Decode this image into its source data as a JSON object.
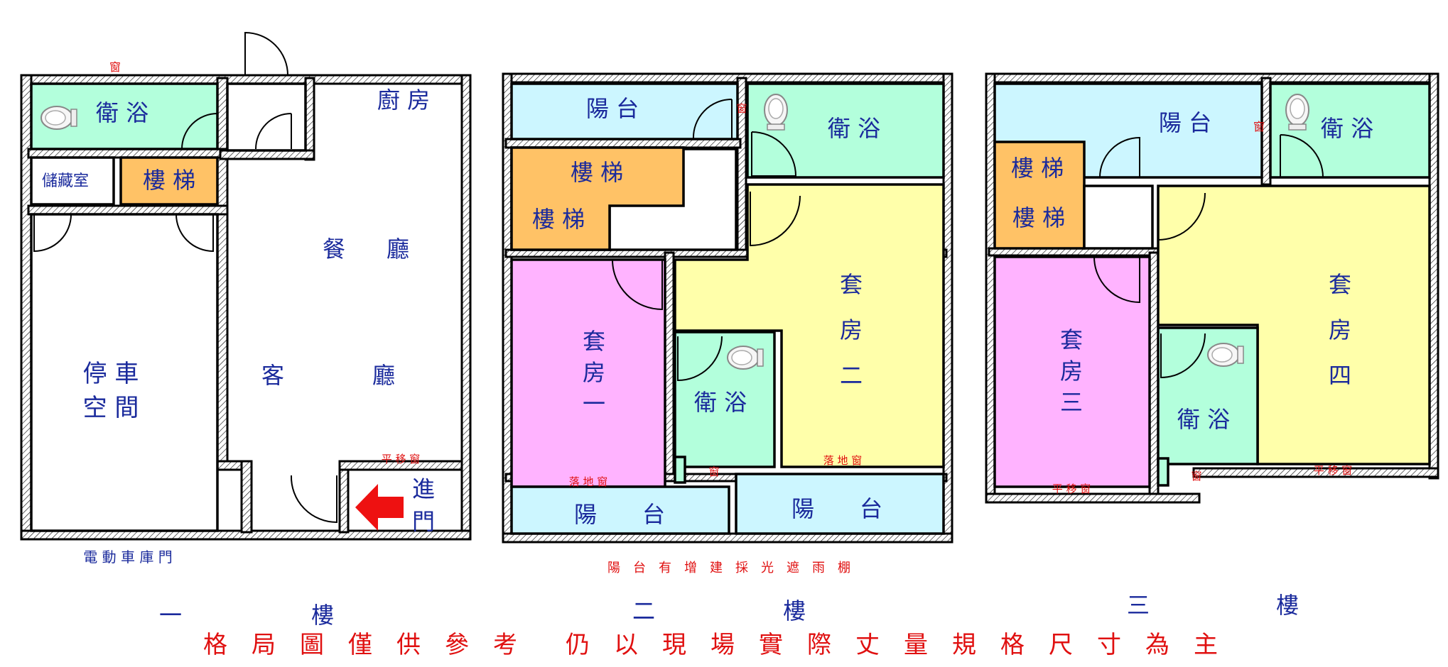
{
  "floors": [
    {
      "id": "floor1",
      "title_a": "一",
      "title_b": "樓",
      "rooms": {
        "bath": "衛 浴",
        "storage": "儲藏室",
        "stairs": "樓 梯",
        "kitchen": "廚 房",
        "dining_a": "餐",
        "dining_b": "廳",
        "living_a": "客",
        "living_b": "廳",
        "parking_a": "停 車",
        "parking_b": "空 間"
      },
      "annotations": {
        "window": "窗",
        "sliding_window": "平 移 窗",
        "garage_door": "電 動 車 庫 門",
        "entrance_a": "進",
        "entrance_b": "門"
      }
    },
    {
      "id": "floor2",
      "title_a": "二",
      "title_b": "樓",
      "rooms": {
        "balcony_top": "陽 台",
        "bath_top": "衛 浴",
        "stairs_a": "樓 梯",
        "stairs_b": "樓 梯",
        "suite1_a": "套",
        "suite1_b": "房",
        "suite1_c": "一",
        "bath_mid": "衛 浴",
        "suite2_a": "套",
        "suite2_b": "房",
        "suite2_c": "二",
        "balcony_bl": "陽　　台",
        "balcony_br": "陽　　台"
      },
      "annotations": {
        "window_top": "窗",
        "window_mid": "窗",
        "french_window_1": "落 地 窗",
        "french_window_2": "落 地 窗",
        "balcony_note": "陽　台　有　增　建　採　光　遮　雨　棚"
      }
    },
    {
      "id": "floor3",
      "title_a": "三",
      "title_b": "樓",
      "rooms": {
        "balcony": "陽 台",
        "bath_top": "衛 浴",
        "stairs_a": "樓 梯",
        "stairs_b": "樓 梯",
        "suite3_a": "套",
        "suite3_b": "房",
        "suite3_c": "三",
        "bath_mid": "衛 浴",
        "suite4_a": "套",
        "suite4_b": "房",
        "suite4_c": "四"
      },
      "annotations": {
        "window_top": "窗",
        "window_mid": "窗",
        "sliding_window_1": "平 移 窗",
        "sliding_window_2": "平 移 窗"
      }
    }
  ],
  "disclaimer": "格　局　圖　僅　供　參　考　　仍　以　現　場　實　際　丈　量　規　格　尺　寸　為　主",
  "colors": {
    "bath": "#b3ffdc",
    "balcony": "#ccf6ff",
    "stairs": "#ffc266",
    "suite_pink": "#ffb3ff",
    "suite_yellow": "#ffffaa",
    "text_blue": "#1a2a9c",
    "text_red": "#e01010",
    "arrow_red": "#ee1111"
  }
}
